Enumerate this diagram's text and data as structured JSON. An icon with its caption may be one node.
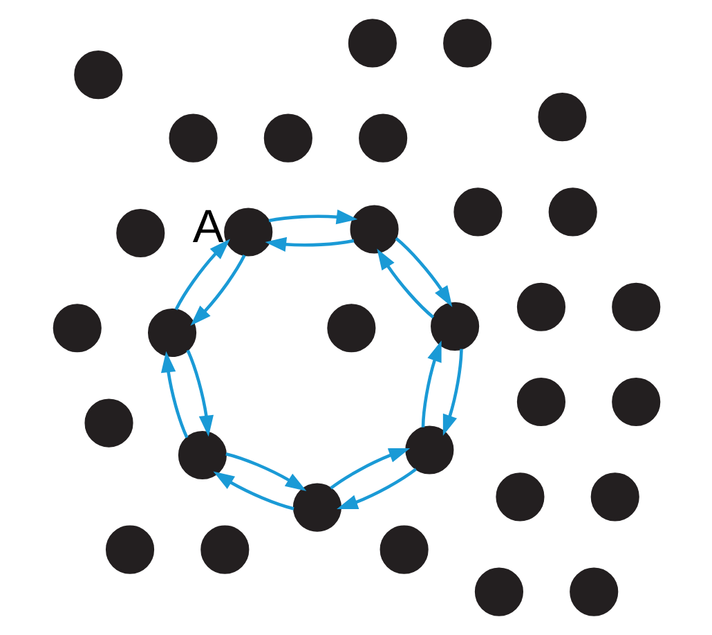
{
  "diagram": {
    "nodes": [
      {
        "text": [],
        "shape": "circle"
      },
      {
        "text": [],
        "shape": "circle"
      },
      {
        "text": [],
        "shape": "circle"
      },
      {
        "text": [],
        "shape": "circle"
      },
      {
        "text": [],
        "shape": "circle"
      },
      {
        "text": [],
        "shape": "circle"
      },
      {
        "text": [],
        "shape": "circle"
      },
      {
        "text": [],
        "shape": "circle"
      },
      {
        "text": [
          "A"
        ]
      },
      {
        "text": [],
        "shape": "circle"
      },
      {
        "text": [],
        "shape": "circle"
      },
      {
        "text": [],
        "shape": "circle"
      },
      {
        "text": [],
        "shape": "circle"
      },
      {
        "text": [],
        "shape": "circle"
      },
      {
        "text": [],
        "shape": "circle"
      },
      {
        "text": [],
        "shape": "circle"
      },
      {
        "text": [],
        "shape": "circle"
      },
      {
        "text": [],
        "shape": "circle"
      },
      {
        "text": [],
        "shape": "circle"
      },
      {
        "text": [],
        "shape": "circle"
      },
      {
        "text": [],
        "shape": "circle"
      },
      {
        "text": [],
        "shape": "circle"
      },
      {
        "text": [],
        "shape": "circle"
      },
      {
        "text": [],
        "shape": "circle"
      },
      {
        "text": [],
        "shape": "circle"
      },
      {
        "text": [],
        "shape": "circle"
      },
      {
        "text": [],
        "shape": "circle"
      },
      {
        "text": [],
        "shape": "circle"
      },
      {
        "text": [],
        "shape": "circle"
      },
      {
        "text": [],
        "shape": "circle"
      },
      {
        "text": [],
        "shape": "circle"
      }
    ],
    "edges": [
      {
        "from": 8,
        "to": 12,
        "arrow": "to"
      },
      {
        "from": 12,
        "to": 8,
        "arrow": "to"
      },
      {
        "from": 12,
        "to": 20,
        "arrow": "to"
      },
      {
        "from": 20,
        "to": 12,
        "arrow": "to"
      },
      {
        "from": 20,
        "to": 21,
        "arrow": "to"
      },
      {
        "from": 21,
        "to": 20,
        "arrow": "to"
      },
      {
        "from": 21,
        "to": 18,
        "arrow": "to"
      },
      {
        "from": 18,
        "to": 21,
        "arrow": "to"
      },
      {
        "from": 18,
        "to": 11,
        "arrow": "to"
      },
      {
        "from": 11,
        "to": 18,
        "arrow": "to"
      },
      {
        "from": 11,
        "to": 13,
        "arrow": "to"
      },
      {
        "from": 13,
        "to": 11,
        "arrow": "to"
      },
      {
        "from": 13,
        "to": 8,
        "arrow": "to"
      },
      {
        "from": 8,
        "to": 13,
        "arrow": "to"
      }
    ]
  }
}
